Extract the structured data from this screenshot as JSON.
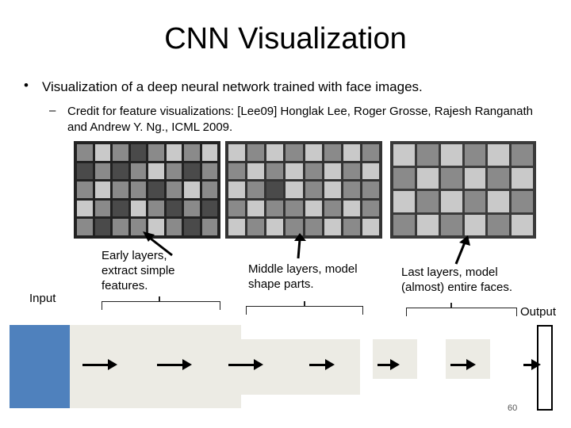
{
  "title": "CNN Visualization",
  "bullet": {
    "marker": "•",
    "text": "Visualization of a deep neural network trained with face images."
  },
  "sub_bullet": {
    "marker": "–",
    "text": "Credit for feature visualizations: [Lee09] Honglak Lee, Roger Grosse, Rajesh Ranganath and Andrew Y. Ng., ICML 2009."
  },
  "captions": {
    "early": "Early layers, extract simple features.",
    "middle": "Middle layers, model shape parts.",
    "last": "Last layers, model (almost) entire faces."
  },
  "labels": {
    "input": "Input",
    "output": "Output"
  },
  "page_number": "60",
  "colors": {
    "input_box": "#4f81bd",
    "layer_box": "#ecebe4"
  }
}
